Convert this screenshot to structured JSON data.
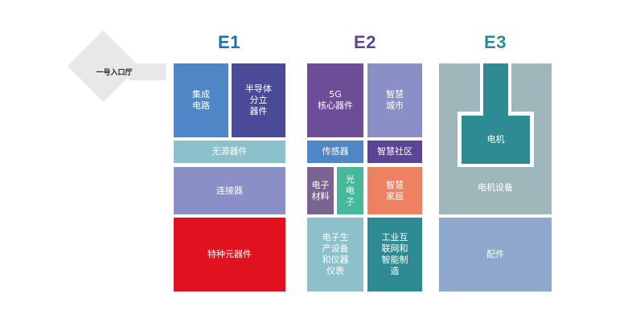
{
  "entrance": {
    "label": "一号入口厅"
  },
  "halls": {
    "e1": {
      "title": "E1",
      "color": "#1f6fb5",
      "zones": {
        "ic": "集成\n电路",
        "semi": "半导体\n分立\n器件",
        "passive": "无源器件",
        "connector": "连接器",
        "special": "特种元器件"
      }
    },
    "e2": {
      "title": "E2",
      "color": "#5a4596",
      "zones": {
        "core5g": "5G\n核心器件",
        "smartcity": "智慧\n城市",
        "sensor": "传感器",
        "community": "智慧社区",
        "material": "电子\n材料",
        "opto": "光\n电\n子",
        "home": "智慧\n家居",
        "production": "电子生\n产设备\n和仪器\n仪表",
        "iiot": "工业互\n联网和\n智能制\n造"
      }
    },
    "e3": {
      "title": "E3",
      "color": "#2a8a8e",
      "zones": {
        "motor": "电机",
        "equipment": "电机设备",
        "parts": "配件"
      }
    }
  },
  "colors": {
    "ic": "#4f86c6",
    "semi": "#4a4a98",
    "passive": "#8cc0cb",
    "connector": "#8a8fc6",
    "special": "#e0121f",
    "core5g": "#6d4d98",
    "smartcity": "#8a8fc6",
    "sensor": "#4f86c6",
    "community": "#5a4596",
    "material": "#7a6390",
    "opto": "#46b99b",
    "home": "#ef8163",
    "production": "#8cc0cb",
    "iiot": "#2e8b93",
    "e3_base": "#9fb7ba",
    "motor": "#2e8b93",
    "parts": "#8ea7cc"
  }
}
